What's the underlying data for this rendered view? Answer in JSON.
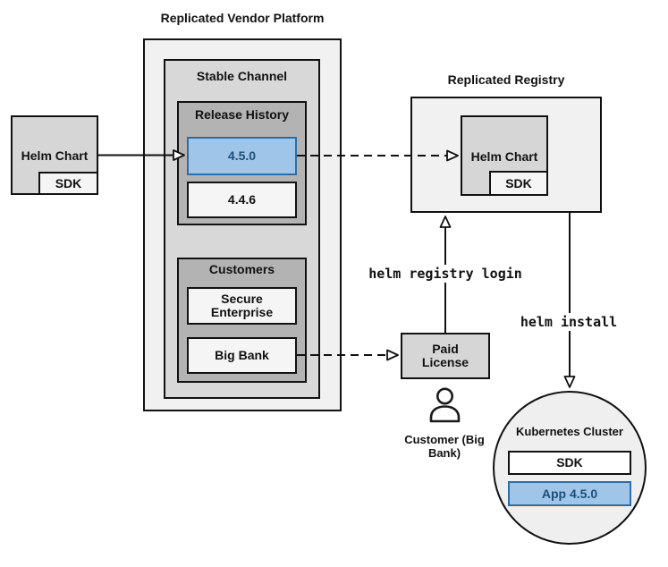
{
  "diagram": {
    "vendor_platform": {
      "title": "Replicated Vendor Platform",
      "stable_channel": {
        "label": "Stable Channel",
        "release_history": {
          "label": "Release History",
          "releases": [
            {
              "version": "4.5.0",
              "highlighted": true
            },
            {
              "version": "4.4.6",
              "highlighted": false
            }
          ]
        },
        "customers": {
          "label": "Customers",
          "items": [
            "Secure Enterprise",
            "Big Bank"
          ]
        }
      }
    },
    "source_helm_chart": {
      "label": "Helm Chart",
      "sdk_label": "SDK"
    },
    "registry": {
      "title": "Replicated Registry",
      "helm_chart": {
        "label": "Helm Chart",
        "sdk_label": "SDK"
      }
    },
    "paid_license": {
      "label": "Paid License"
    },
    "customer_caption": "Customer (Big Bank)",
    "cluster": {
      "title": "Kubernetes Cluster",
      "sdk_label": "SDK",
      "app_label": "App 4.5.0"
    },
    "commands": {
      "registry_login": "helm registry login",
      "install": "helm install"
    },
    "colors": {
      "highlight_fill": "#9fc5e8",
      "highlight_border": "#2e6da4",
      "highlight_text": "#1f4e79"
    }
  }
}
